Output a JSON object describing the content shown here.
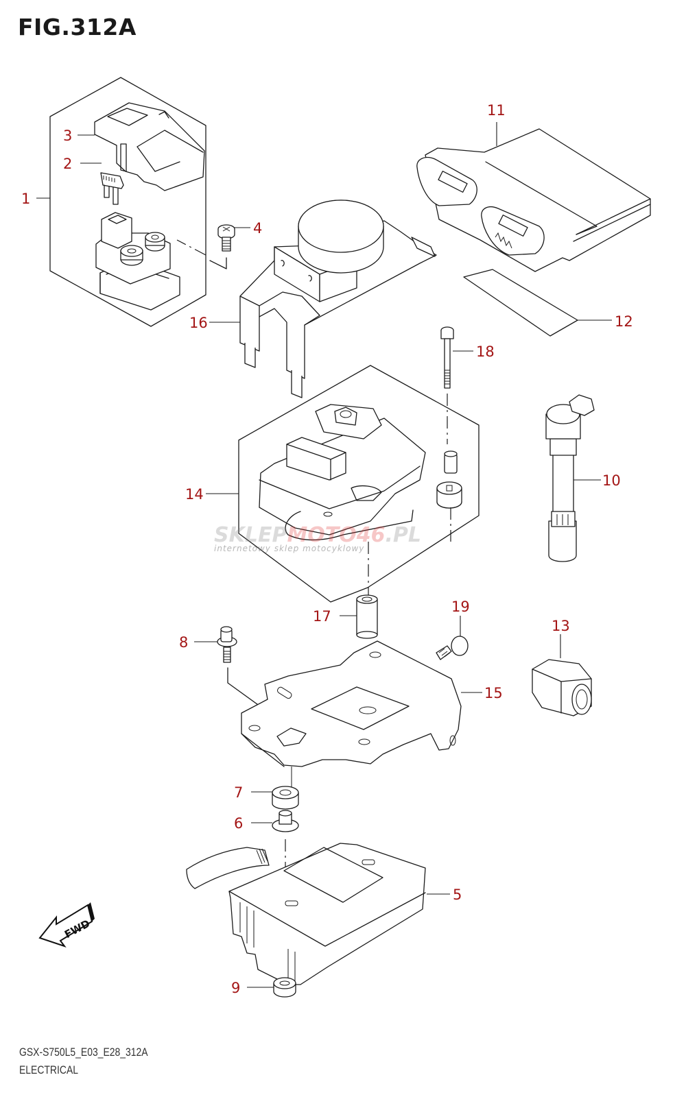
{
  "figure": {
    "title": "FIG.312A",
    "model_code": "GSX-S750L5_E03_E28_312A",
    "section_name": "ELECTRICAL",
    "fwd_label": "FWD",
    "callout_color": "#a31515"
  },
  "watermark": {
    "brand_part1": "SKLEP",
    "brand_part2": "MOTO",
    "brand_part3": "46",
    "brand_part4": ".PL",
    "tagline": "internetowy sklep motocyklowy",
    "gray": "#808080",
    "red": "#e23a3a"
  },
  "parts": [
    {
      "ref": "1",
      "name": "starter-relay-assembly"
    },
    {
      "ref": "2",
      "name": "fuse"
    },
    {
      "ref": "3",
      "name": "relay-cover"
    },
    {
      "ref": "4",
      "name": "screw"
    },
    {
      "ref": "5",
      "name": "regulator-rectifier"
    },
    {
      "ref": "6",
      "name": "spacer"
    },
    {
      "ref": "7",
      "name": "cushion"
    },
    {
      "ref": "8",
      "name": "bolt"
    },
    {
      "ref": "9",
      "name": "nut"
    },
    {
      "ref": "10",
      "name": "ignition-coil"
    },
    {
      "ref": "11",
      "name": "ecm-unit"
    },
    {
      "ref": "12",
      "name": "cushion-pad"
    },
    {
      "ref": "13",
      "name": "connector"
    },
    {
      "ref": "14",
      "name": "actuator-assembly"
    },
    {
      "ref": "15",
      "name": "bracket"
    },
    {
      "ref": "16",
      "name": "cover-bracket"
    },
    {
      "ref": "17",
      "name": "collar"
    },
    {
      "ref": "18",
      "name": "bolt"
    },
    {
      "ref": "19",
      "name": "bolt"
    }
  ]
}
